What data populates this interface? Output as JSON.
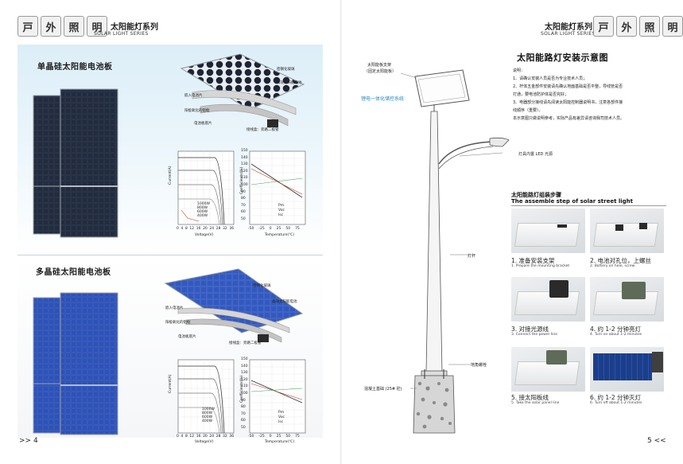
{
  "left_page": {
    "header": {
      "seal_chars": [
        "戸",
        "外",
        "照",
        "明"
      ],
      "series_title": "太阳能灯系列",
      "series_subtitle": "SOLAR LIGHT SERIES"
    },
    "mono_section": {
      "title": "单晶硅太阳能电池板",
      "diagram_labels": {
        "glass": "密钢化玻璃",
        "cell": "高效太阳能电池",
        "eva": "嵌入电池片",
        "frame": "阳极氧化的铝框",
        "backsheet": "电池板底片",
        "junction": "接线盒：旁路二极管"
      },
      "chart_iv": {
        "ylabel": "Current(A)",
        "xlabel": "Voltage(V)",
        "x_ticks": [
          "0",
          "4",
          "8",
          "12",
          "16",
          "20",
          "24",
          "28",
          "32",
          "36"
        ],
        "legend": [
          "1000W",
          "800W",
          "600W",
          "400W"
        ]
      },
      "chart_temp": {
        "ylabel": "Coefficients(%)",
        "xlabel": "Temperature(℃)",
        "y_ticks": [
          "150",
          "140",
          "130",
          "120",
          "110",
          "100",
          "90",
          "80",
          "70",
          "60",
          "50"
        ],
        "x_ticks": [
          "-50",
          "-25",
          "0",
          "25",
          "50",
          "75"
        ],
        "legend": [
          "Pm",
          "Voc",
          "Isc"
        ]
      }
    },
    "poly_section": {
      "title": "多晶硅太阳能电池板",
      "diagram_labels": {
        "glass": "密钢化玻璃",
        "cell": "高效太阳能电池",
        "eva": "嵌入电池片",
        "frame": "阳极氧化的铝框",
        "backsheet": "电池板底片",
        "junction": "接线盒：旁路二极管"
      },
      "chart_iv": {
        "ylabel": "Current(A)",
        "xlabel": "Voltage(V)",
        "x_ticks": [
          "0",
          "4",
          "8",
          "12",
          "16",
          "20",
          "24",
          "28",
          "32",
          "36"
        ],
        "legend": [
          "1000W",
          "800W",
          "600W",
          "400W"
        ]
      },
      "chart_temp": {
        "ylabel": "Coefficients(%)",
        "xlabel": "Temperature(℃)",
        "y_ticks": [
          "150",
          "140",
          "130",
          "120",
          "110",
          "100",
          "90",
          "80",
          "70",
          "60",
          "50"
        ],
        "x_ticks": [
          "-50",
          "-25",
          "0",
          "25",
          "50",
          "75"
        ],
        "legend": [
          "Pm",
          "Voc",
          "Isc"
        ]
      }
    },
    "page_number": ">> 4"
  },
  "right_page": {
    "header": {
      "series_title": "太阳能灯系列",
      "series_subtitle": "SOLAR LIGHT SERIES",
      "seal_chars": [
        "戸",
        "外",
        "照",
        "明"
      ]
    },
    "diagram": {
      "title": "太阳能路灯安装示意图",
      "callouts": {
        "panel_bracket": "太阳能板支架",
        "panel_bracket_sub": "（固定太阳能板）",
        "battery_system": "锂电一体化储控系统",
        "lamp": "灯具内置 LED 光源",
        "pole": "灯杆",
        "anchor": "地角螺栓",
        "foundation": "混凝土基础 (25# 砼)"
      }
    },
    "notes": {
      "heading": "说明：",
      "lines": [
        "1、请确认安装人员是否为专业技术人员；",
        "2、杆体五金部件安装请先确认地面基础是否平整，导线管是否",
        "打通，要电池防护体是否完好；",
        "3、电器部分接线请先阅读太阳能控制器说明书，注意各部件接",
        "线顺序（重要）。",
        "本示意图只做说明参考，实际产品有差异请咨询我司技术人员。"
      ]
    },
    "assembly": {
      "title": "太阳能路灯组装步骤",
      "subtitle": "The assemble step of solar street light",
      "steps": [
        {
          "cn": "1. 准备安装支架",
          "en": "1. Prepare the mounting bracket"
        },
        {
          "cn": "2. 电池对孔位，上螺丝",
          "en": "2. Battery on hole, screw"
        },
        {
          "cn": "3. 对接光源线",
          "en": "3. Connect the power line"
        },
        {
          "cn": "4. 约 1-2 分钟亮灯",
          "en": "4. Turn on about 1-2 minutes"
        },
        {
          "cn": "5. 接太阳板线",
          "en": "5. Take the solar panel line"
        },
        {
          "cn": "6. 约 1-2 分钟灭灯",
          "en": "6. Turn off about 1-2 minutes"
        }
      ]
    },
    "page_number": "5 <<"
  },
  "colors": {
    "mono_cell": "#1b2230",
    "poly_cell": "#2646a8",
    "accent_blue": "#2a8ac0",
    "section_bg": "#dceef8"
  }
}
